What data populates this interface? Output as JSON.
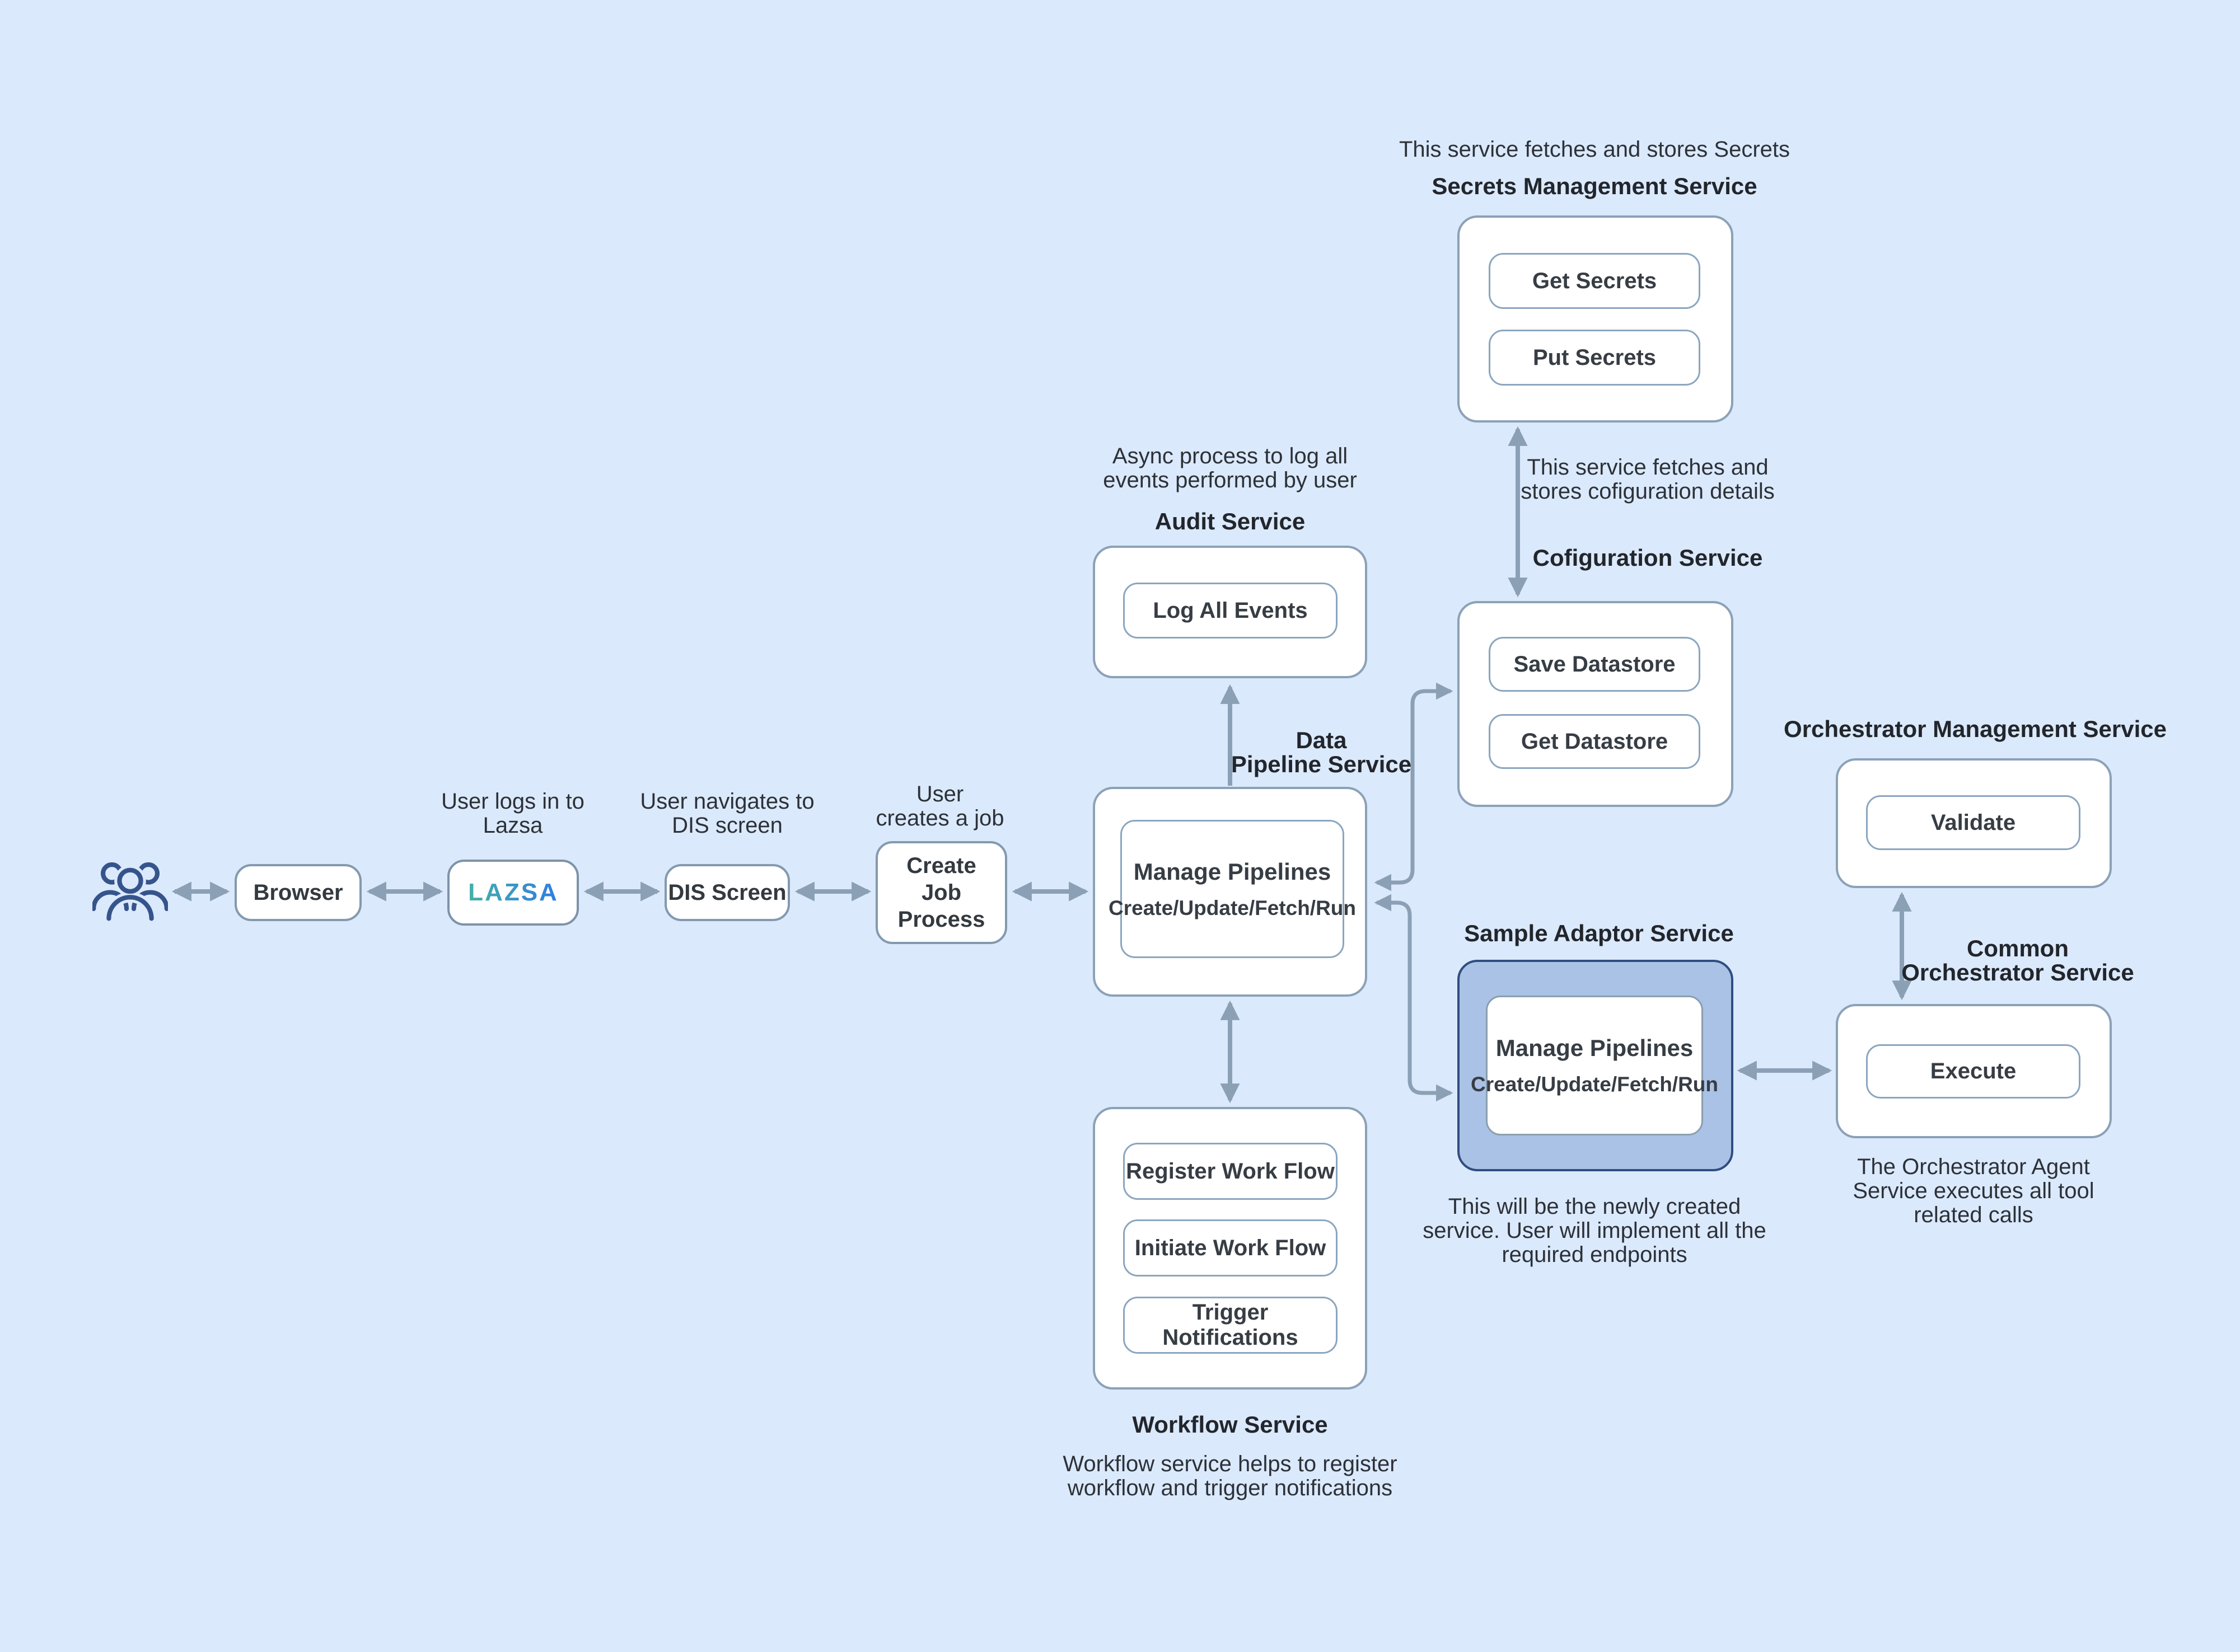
{
  "labels": {
    "user_logs_in": [
      "User logs in to",
      "Lazsa"
    ],
    "user_navigates": [
      "User navigates to",
      "DIS screen"
    ],
    "user_creates": [
      "User",
      "creates a job"
    ]
  },
  "nodes": {
    "users_icon": "users-group-icon",
    "browser": "Browser",
    "lazsa": "LAZSA",
    "dis_screen": "DIS Screen",
    "create_job": [
      "Create",
      "Job",
      "Process"
    ]
  },
  "data_pipeline": {
    "title": [
      "Data",
      "Pipeline Service"
    ],
    "endpoint": "Manage Pipelines",
    "endpoint_sub": "Create/Update/Fetch/Run"
  },
  "audit": {
    "note": [
      "Async process to log all",
      "events performed by user"
    ],
    "title": "Audit Service",
    "endpoint": "Log All Events"
  },
  "secrets": {
    "note": "This service fetches and stores Secrets",
    "title": "Secrets Management Service",
    "endpoints": [
      "Get Secrets",
      "Put Secrets"
    ]
  },
  "configuration": {
    "note": [
      "This service fetches and",
      "stores cofiguration details"
    ],
    "title": "Cofiguration Service",
    "endpoints": [
      "Save Datastore",
      "Get Datastore"
    ]
  },
  "orchestrator_mgmt": {
    "title": "Orchestrator Management Service",
    "endpoint": "Validate"
  },
  "common_orchestrator": {
    "title": [
      "Common",
      "Orchestrator Service"
    ],
    "endpoint": "Execute",
    "note": [
      "The Orchestrator Agent",
      "Service executes all tool",
      "related calls"
    ]
  },
  "sample_adaptor": {
    "title": "Sample Adaptor Service",
    "endpoint": "Manage Pipelines",
    "endpoint_sub": "Create/Update/Fetch/Run",
    "note": [
      "This will be the newly created",
      "service. User will implement all the",
      "required endpoints"
    ]
  },
  "workflow": {
    "endpoints": [
      "Register Work Flow",
      "Initiate Work Flow",
      "Trigger Notifications"
    ],
    "title": "Workflow Service",
    "note": [
      "Workflow service helps to register",
      "workflow and trigger notifications"
    ]
  },
  "colors": {
    "background": "#dbe9fc",
    "box_fill": "#ffffff",
    "box_border": "#8ba1b6",
    "arrow": "#8ba0b5",
    "highlight_fill": "#a9c2e5",
    "highlight_border": "#2f4d80",
    "lazsa_gradient_start": "#45b0a8",
    "lazsa_gradient_end": "#2e7ce4",
    "users_icon_stroke": "#35548b",
    "text": "#2c3138"
  }
}
